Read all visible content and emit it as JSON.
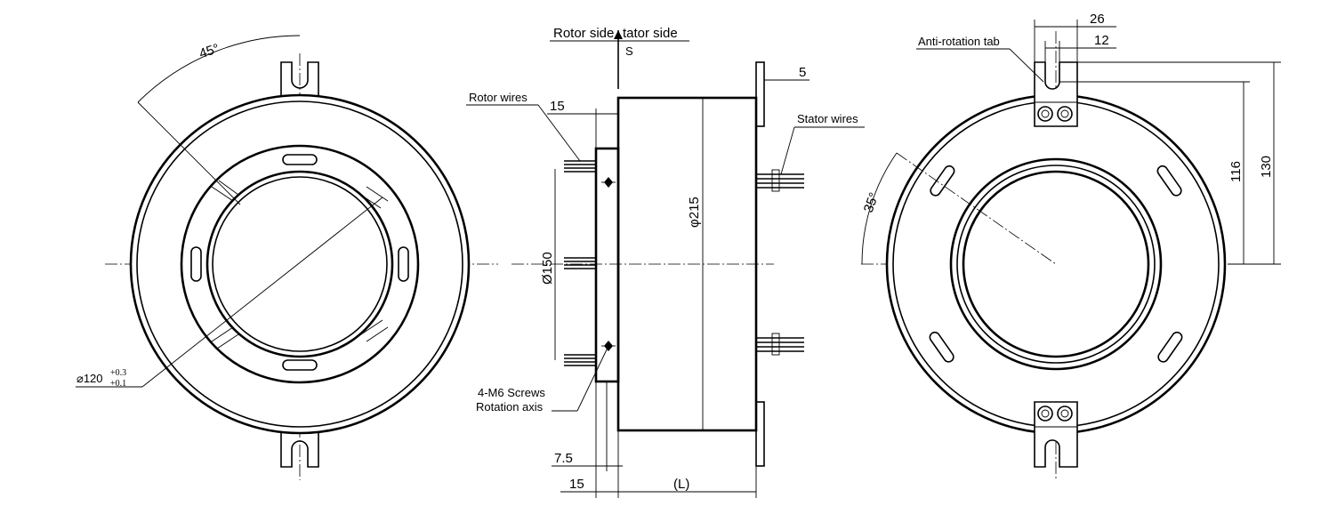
{
  "front_view": {
    "angle_label": "45°",
    "bore_diameter_label": "⌀120",
    "bore_tolerance_upper": "+0.3",
    "bore_tolerance_lower": "+0.1"
  },
  "side_view": {
    "rotor_side_label": "Rotor side",
    "stator_side_label": "tator side",
    "s_marker": "S",
    "rotor_wires_label": "Rotor wires",
    "stator_wires_label": "Stator wires",
    "screws_label": "4-M6 Screws",
    "axis_label": "Rotation axis",
    "dim_flange_thickness": "5",
    "dim_rotor_offset": "15",
    "dim_outer_diameter": "φ215",
    "dim_rotor_diameter": "Ø150",
    "dim_bottom_small": "7.5",
    "dim_bottom_rotor": "15",
    "dim_length": "(L)"
  },
  "rear_view": {
    "tab_label": "Anti-rotation tab",
    "dim_tab_width": "26",
    "dim_slot_width": "12",
    "dim_slot_height": "116",
    "dim_tab_height": "130",
    "angle_label": "35°"
  }
}
